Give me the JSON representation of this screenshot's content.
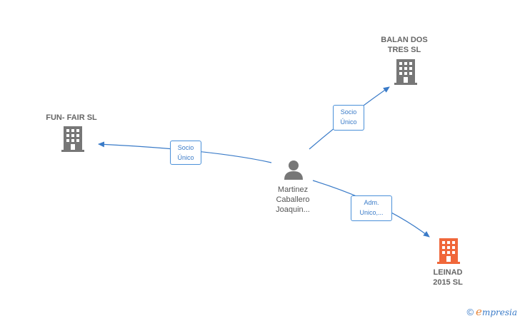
{
  "nodes": {
    "center": {
      "label": "Martinez\nCaballero\nJoaquin..."
    },
    "fun_fair": {
      "label": "FUN- FAIR  SL"
    },
    "balan": {
      "label": "BALAN DOS\nTRES  SL"
    },
    "leinad": {
      "label": "LEINAD\n2015  SL"
    }
  },
  "relations": {
    "to_fun_fair": "Socio\nÚnico",
    "to_balan": "Socio\nÚnico",
    "to_leinad": "Adm.\nUnico,..."
  },
  "colors": {
    "edge": "#3a7bc8",
    "company_icon": "#777777",
    "highlight_icon": "#f0673a",
    "person_icon": "#777777"
  },
  "icons": {
    "company": "building-icon",
    "person": "person-icon",
    "copyright": "copyright-icon"
  },
  "footer": {
    "copyright": "©",
    "brand_first": "e",
    "brand_rest": "mpresia"
  }
}
